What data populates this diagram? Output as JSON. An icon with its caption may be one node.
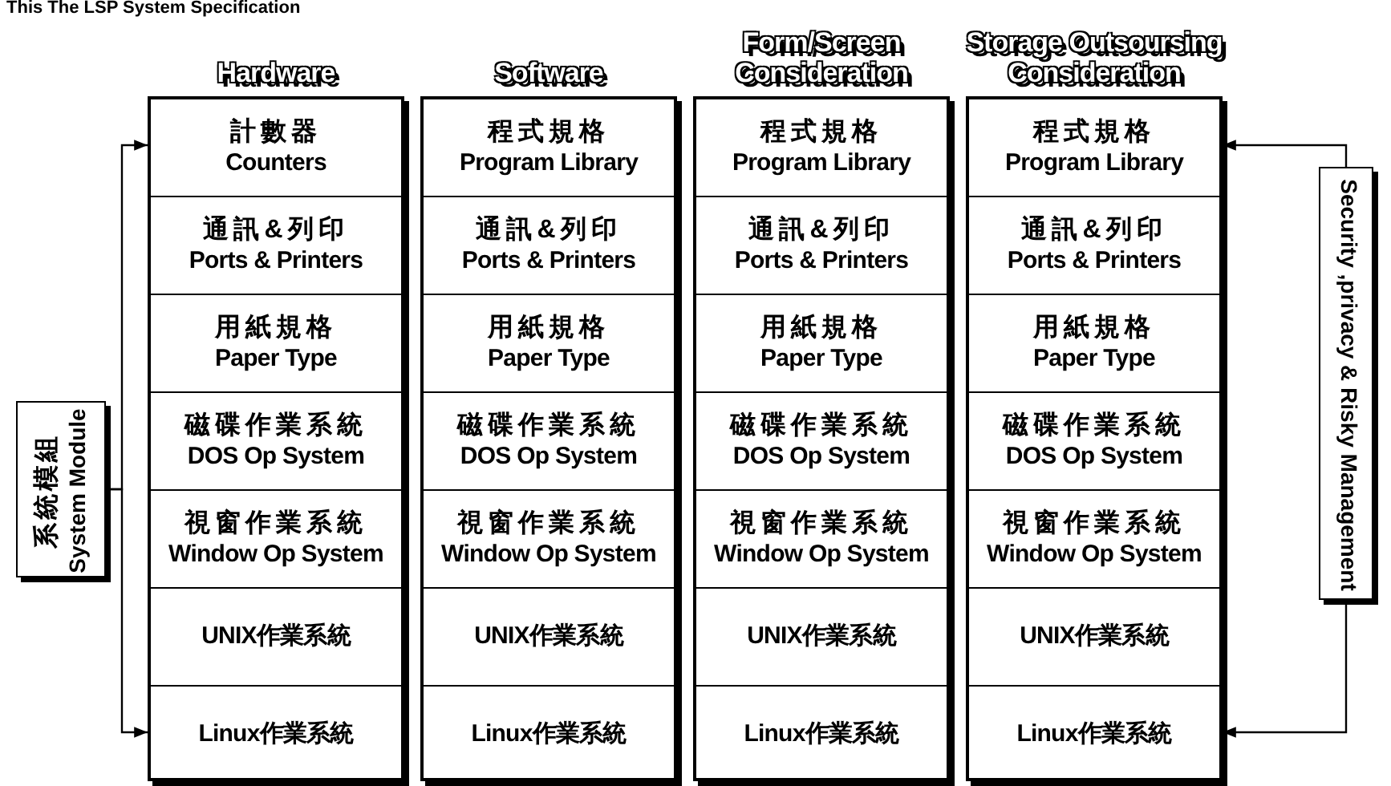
{
  "diagram": {
    "title": "This The LSP System Specification",
    "nodes": [
      {
        "text": [
          "系統模組",
          "System Module"
        ]
      },
      {
        "text": [
          "Hardware"
        ]
      },
      {
        "text": [
          "計數器",
          "Counters"
        ],
        "in": 1
      },
      {
        "text": [
          "通訊&列印",
          "Ports & Printers"
        ],
        "in": 1
      },
      {
        "text": [
          "用紙規格",
          "Paper Type"
        ],
        "in": 1
      },
      {
        "text": [
          "磁碟作業系統",
          "DOS Op System"
        ],
        "in": 1
      },
      {
        "text": [
          "視窗作業系統",
          "Window Op System"
        ],
        "in": 1
      },
      {
        "text": [
          "UNIX作業系統"
        ],
        "in": 1
      },
      {
        "text": [
          "Linux作業系統"
        ],
        "in": 1
      },
      {
        "text": [
          "Software"
        ]
      },
      {
        "text": [
          "程式規格",
          "Program Library"
        ],
        "in": 9
      },
      {
        "text": [
          "通訊&列印",
          "Ports & Printers"
        ],
        "in": 9
      },
      {
        "text": [
          "用紙規格",
          "Paper Type"
        ],
        "in": 9
      },
      {
        "text": [
          "磁碟作業系統",
          "DOS Op System"
        ],
        "in": 9
      },
      {
        "text": [
          "視窗作業系統",
          "Window Op System"
        ],
        "in": 9
      },
      {
        "text": [
          "UNIX作業系統"
        ],
        "in": 9
      },
      {
        "text": [
          "Linux作業系統"
        ],
        "in": 9
      },
      {
        "text": [
          "Form/Screen Consideration"
        ]
      },
      {
        "text": [
          "程式規格",
          "Program Library"
        ],
        "in": 17
      },
      {
        "text": [
          "通訊&列印",
          "Ports & Printers"
        ],
        "in": 17
      },
      {
        "text": [
          "用紙規格",
          "Paper Type"
        ],
        "in": 17
      },
      {
        "text": [
          "磁碟作業系統",
          "DOS Op System"
        ],
        "in": 17
      },
      {
        "text": [
          "視窗作業系統",
          "Window Op System"
        ],
        "in": 17
      },
      {
        "text": [
          "UNIX作業系統"
        ],
        "in": 17
      },
      {
        "text": [
          "Linux作業系統"
        ],
        "in": 17
      },
      {
        "text": [
          "Storage Outsoursing Consideration"
        ]
      },
      {
        "text": [
          "程式規格",
          "Program Library"
        ],
        "in": 25
      },
      {
        "text": [
          "通訊&列印",
          "Ports & Printers"
        ],
        "in": 25
      },
      {
        "text": [
          "用紙規格",
          "Paper Type"
        ],
        "in": 25
      },
      {
        "text": [
          "磁碟作業系統",
          "DOS Op System"
        ],
        "in": 25
      },
      {
        "text": [
          "視窗作業系統",
          "Window Op System"
        ],
        "in": 25
      },
      {
        "text": [
          "UNIX作業系統"
        ],
        "in": 25
      },
      {
        "text": [
          "Linux作業系統"
        ],
        "in": 25
      },
      {
        "text": [
          "Security ,privacy & Risky Management"
        ]
      }
    ],
    "edges": [
      {
        "from": 0,
        "to": 2,
        "arrow": "to"
      },
      {
        "from": 0,
        "to": 8,
        "arrow": "to"
      },
      {
        "from": 33,
        "to": 26,
        "arrow": "to"
      },
      {
        "from": 33,
        "to": 32,
        "arrow": "to"
      }
    ]
  }
}
